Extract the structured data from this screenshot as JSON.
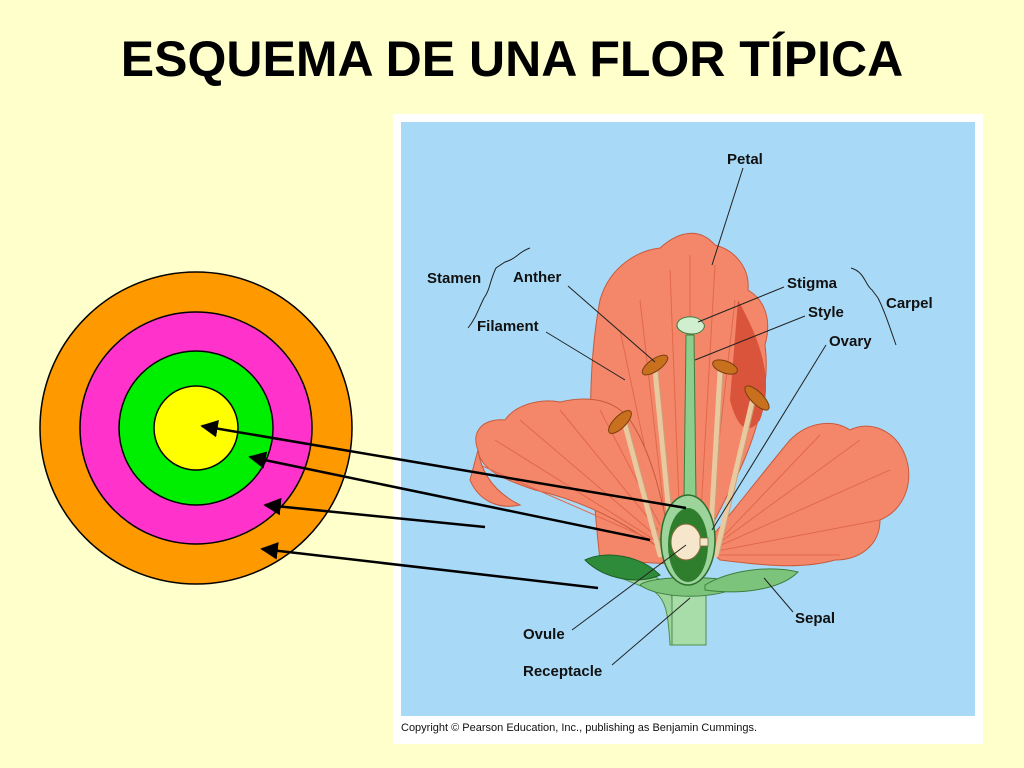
{
  "title": "ESQUEMA DE UNA FLOR TÍPICA",
  "labels": {
    "petal": "Petal",
    "stamen": "Stamen",
    "anther": "Anther",
    "filament": "Filament",
    "stigma": "Stigma",
    "style": "Style",
    "ovary": "Ovary",
    "carpel": "Carpel",
    "ovule": "Ovule",
    "receptacle": "Receptacle",
    "sepal": "Sepal"
  },
  "copyright": "Copyright © Pearson Education, Inc., publishing as Benjamin Cummings.",
  "colors": {
    "background": "#FFFFCC",
    "panel": "#A8DAF8",
    "ring_sepal": "#FF9900",
    "ring_petal": "#FF33CC",
    "ring_stamen": "#00EE00",
    "ring_carpel": "#FFFF00",
    "petal": "#F4876A",
    "petal_dark": "#E0603F"
  }
}
